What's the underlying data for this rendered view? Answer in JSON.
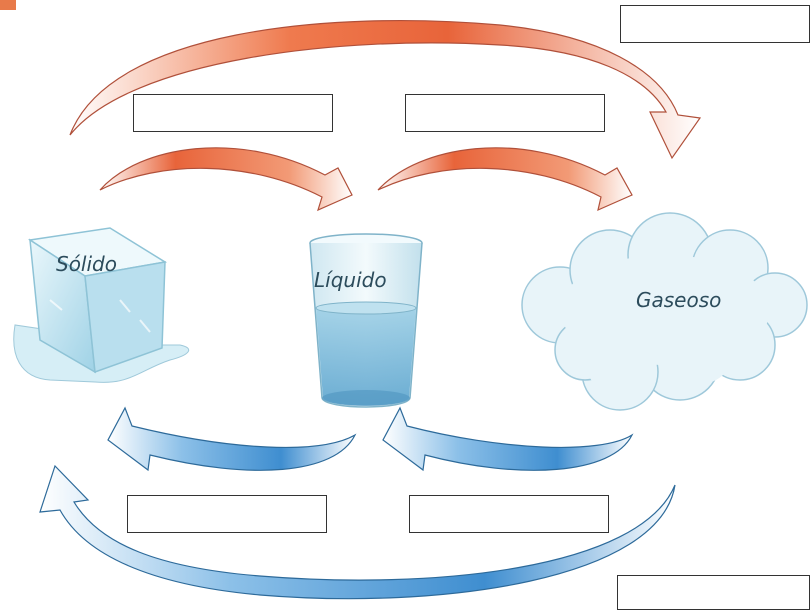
{
  "states": {
    "solid": "Sólido",
    "liquid": "Líquido",
    "gas": "Gaseoso"
  },
  "boxes": {
    "top_right": "",
    "melt": "",
    "vapor": "",
    "solidify": "",
    "condense": "",
    "bottom_right": ""
  },
  "colors": {
    "warm_arrow": "#e8643a",
    "cool_arrow": "#3f8ed0",
    "ice": "#cfeaf4",
    "water": "#8ec7e2",
    "cloud": "#e6f3f8"
  }
}
